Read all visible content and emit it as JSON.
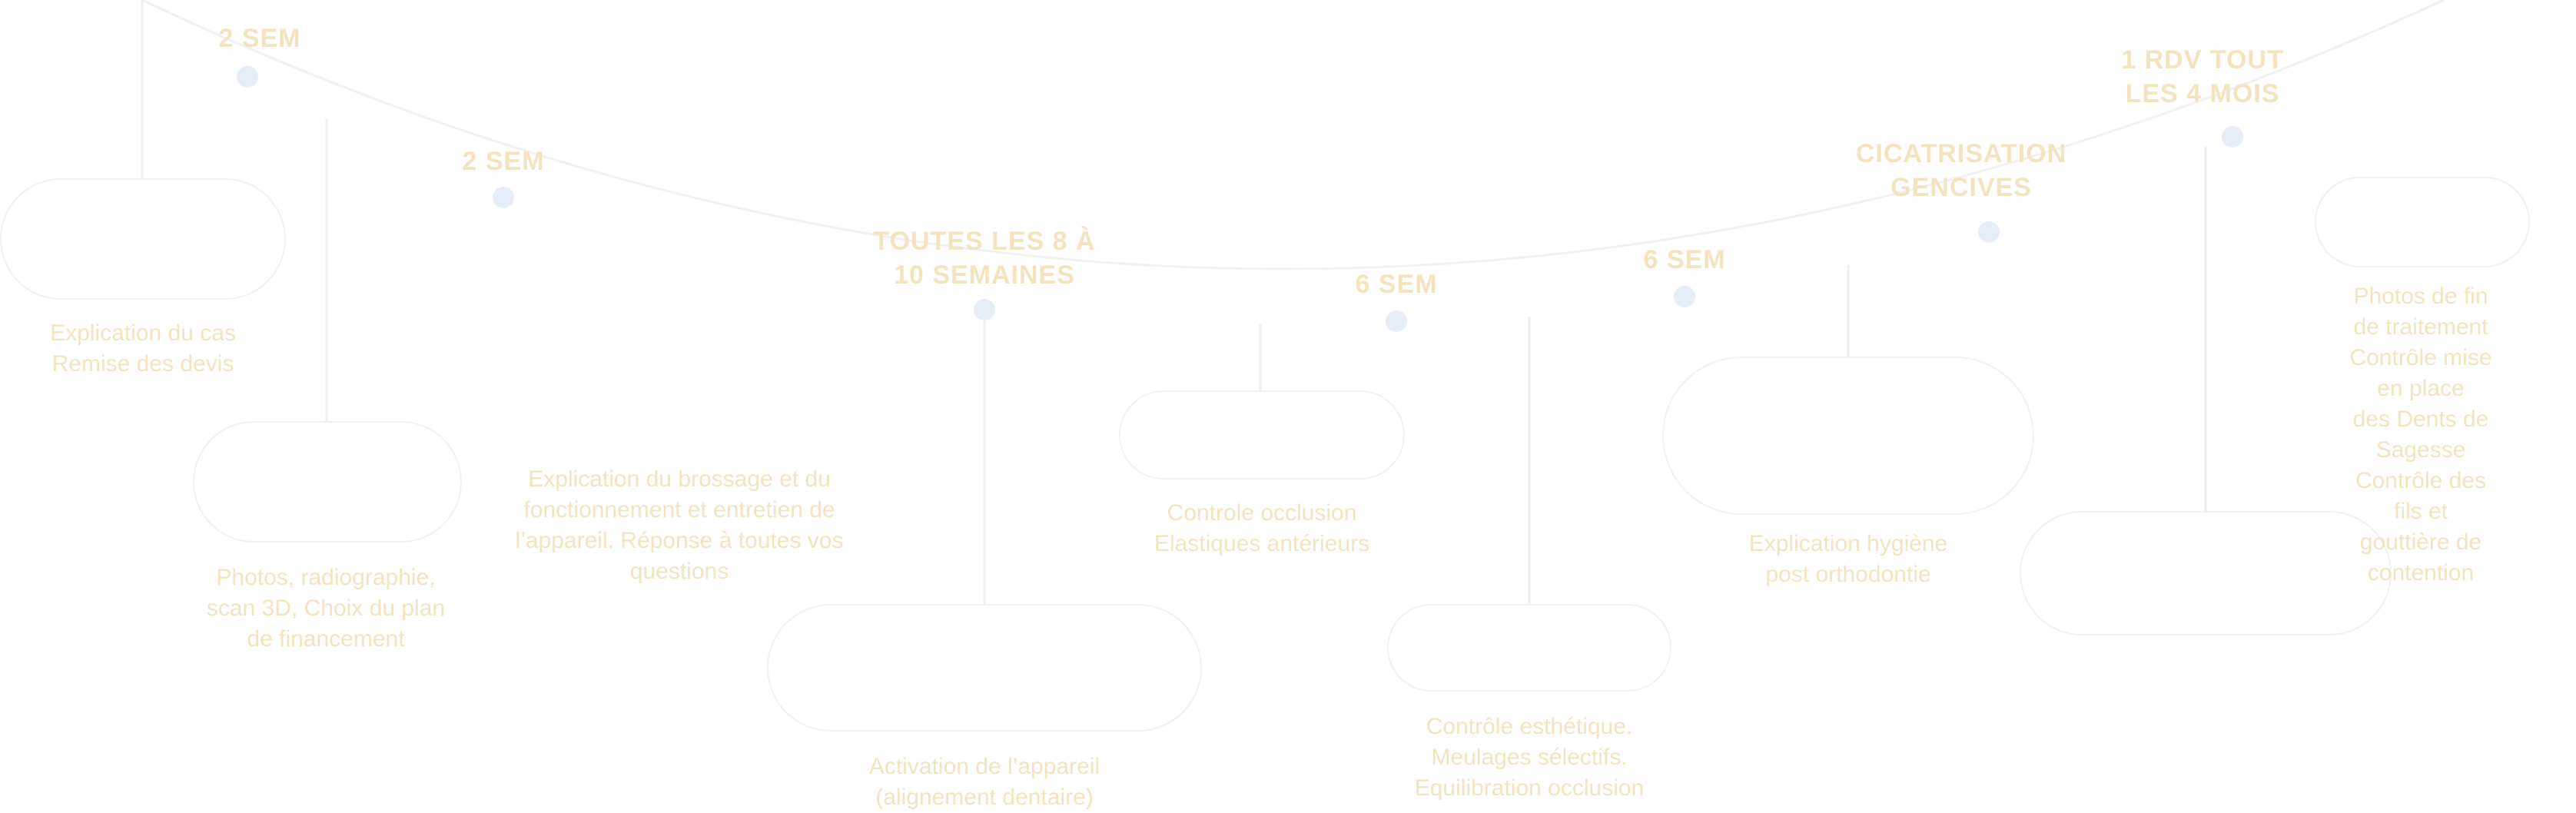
{
  "colors": {
    "curve": "#f1f1f1",
    "connector": "#efefef",
    "dot": "#e6edf7",
    "text": "#f4e3bf",
    "pill_border": "#f1f1f1"
  },
  "steps": [
    {
      "id": "step-1",
      "interval": "",
      "description": "Explication du cas\nRemise des devis"
    },
    {
      "id": "step-2",
      "interval": "2 SEM",
      "description": "Photos, radiographie,\nscan 3D, Choix du plan\nde financement"
    },
    {
      "id": "step-3",
      "interval": "2 SEM",
      "description": "Explication du brossage et du\nfonctionnement et entretien de\nl’appareil. Réponse à toutes vos\nquestions"
    },
    {
      "id": "step-4",
      "interval": "TOUTES LES 8 À\n10 SEMAINES",
      "description": "Activation de l’appareil\n(alignement dentaire)"
    },
    {
      "id": "step-5",
      "interval": "",
      "description": "Controle occlusion\nElastiques antérieurs"
    },
    {
      "id": "step-6",
      "interval": "6 SEM",
      "description": "Contrôle esthétique.\nMeulages sélectifs.\nEquilibration occlusion"
    },
    {
      "id": "step-7",
      "interval": "6 SEM",
      "description": "Explication hygiène\npost orthodontie"
    },
    {
      "id": "step-8",
      "interval": "CICATRISATION\nGENCIVES",
      "description": ""
    },
    {
      "id": "step-9",
      "interval": "1 RDV TOUT\nLES 4 MOIS",
      "description": ""
    },
    {
      "id": "step-10",
      "interval": "",
      "description": "Photos de fin de traitement\nContrôle mise en place\ndes Dents de Sagesse\nContrôle des fils et\ngouttière de contention"
    }
  ]
}
